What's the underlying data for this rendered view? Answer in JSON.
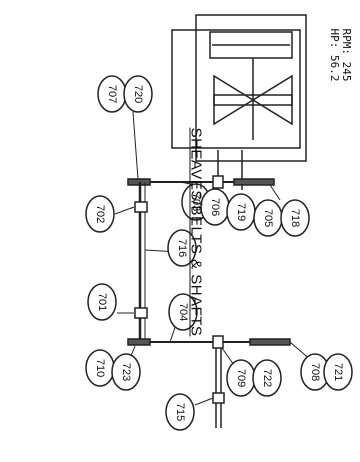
{
  "title": "SHEAVES/BELTS & SHAFTS",
  "motor": {
    "rpm_line": "RPM: 245",
    "hp_line": "HP: 56.2"
  },
  "part_tags": {
    "t707": "707",
    "t720": "720",
    "t703": "703",
    "t706": "706",
    "t719": "719",
    "t705": "705",
    "t718": "718",
    "t702": "702",
    "t716": "716",
    "t701": "701",
    "t704": "704",
    "t710": "710",
    "t723": "723",
    "t708": "708",
    "t721": "721",
    "t709": "709",
    "t722": "722",
    "t715": "715"
  },
  "colors": {
    "line": "#222222",
    "shaded": "#555555"
  }
}
